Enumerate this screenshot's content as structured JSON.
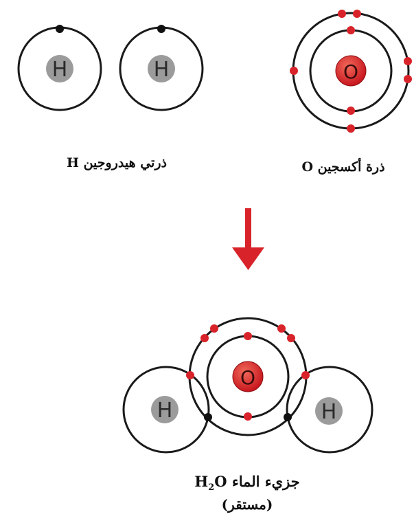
{
  "top": {
    "hydrogen_caption": "ذرتي هيدروجين H",
    "oxygen_caption": "ذرة أكسجين O"
  },
  "bottom": {
    "molecule_caption_text": "جزيء الماء",
    "molecule_formula_h": "H",
    "molecule_formula_sub": "2",
    "molecule_formula_o": "O",
    "stability_caption": "(مستقر)"
  },
  "symbols": {
    "hydrogen": "H",
    "oxygen": "O"
  },
  "colors": {
    "electron_red": "#d8232a",
    "electron_black": "#111111",
    "nucleus_gray": "#9b9b9b",
    "nucleus_red": "#d8232a",
    "arrow_red": "#d8232a",
    "shell_stroke": "#1a1a1a"
  }
}
